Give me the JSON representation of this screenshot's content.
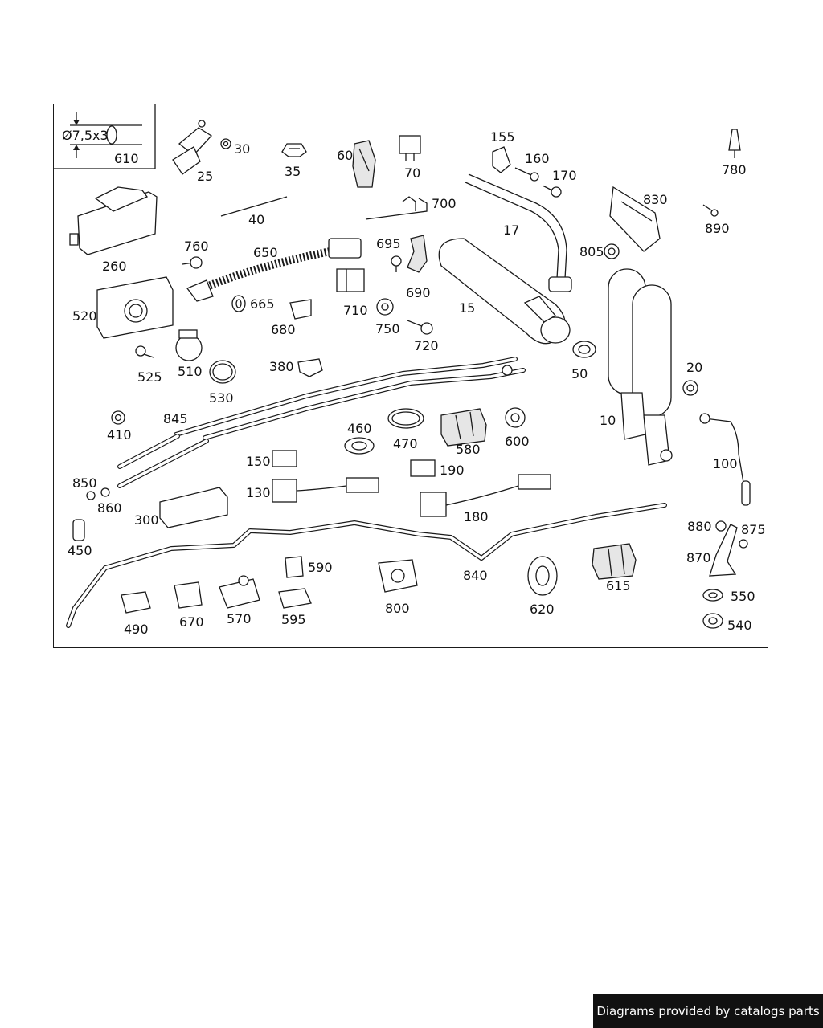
{
  "inset": {
    "dimension": "Ø7,5x3",
    "part": "610"
  },
  "labels": {
    "p10": "10",
    "p15": "15",
    "p17": "17",
    "p20": "20",
    "p25": "25",
    "p30": "30",
    "p35": "35",
    "p40": "40",
    "p50": "50",
    "p60": "60",
    "p70": "70",
    "p100": "100",
    "p130": "130",
    "p150": "150",
    "p155": "155",
    "p160": "160",
    "p170": "170",
    "p180": "180",
    "p190": "190",
    "p260": "260",
    "p300": "300",
    "p380": "380",
    "p410": "410",
    "p450": "450",
    "p460": "460",
    "p470": "470",
    "p490": "490",
    "p510": "510",
    "p520": "520",
    "p525": "525",
    "p530": "530",
    "p540": "540",
    "p550": "550",
    "p570": "570",
    "p580": "580",
    "p590": "590",
    "p595": "595",
    "p600": "600",
    "p615": "615",
    "p620": "620",
    "p650": "650",
    "p665": "665",
    "p670": "670",
    "p680": "680",
    "p690": "690",
    "p695": "695",
    "p700": "700",
    "p710": "710",
    "p720": "720",
    "p750": "750",
    "p760": "760",
    "p780": "780",
    "p800": "800",
    "p805": "805",
    "p830": "830",
    "p840": "840",
    "p845": "845",
    "p850": "850",
    "p860": "860",
    "p870": "870",
    "p875": "875",
    "p880": "880",
    "p890": "890"
  },
  "footer": {
    "text": "Diagrams provided by catalogs parts"
  }
}
